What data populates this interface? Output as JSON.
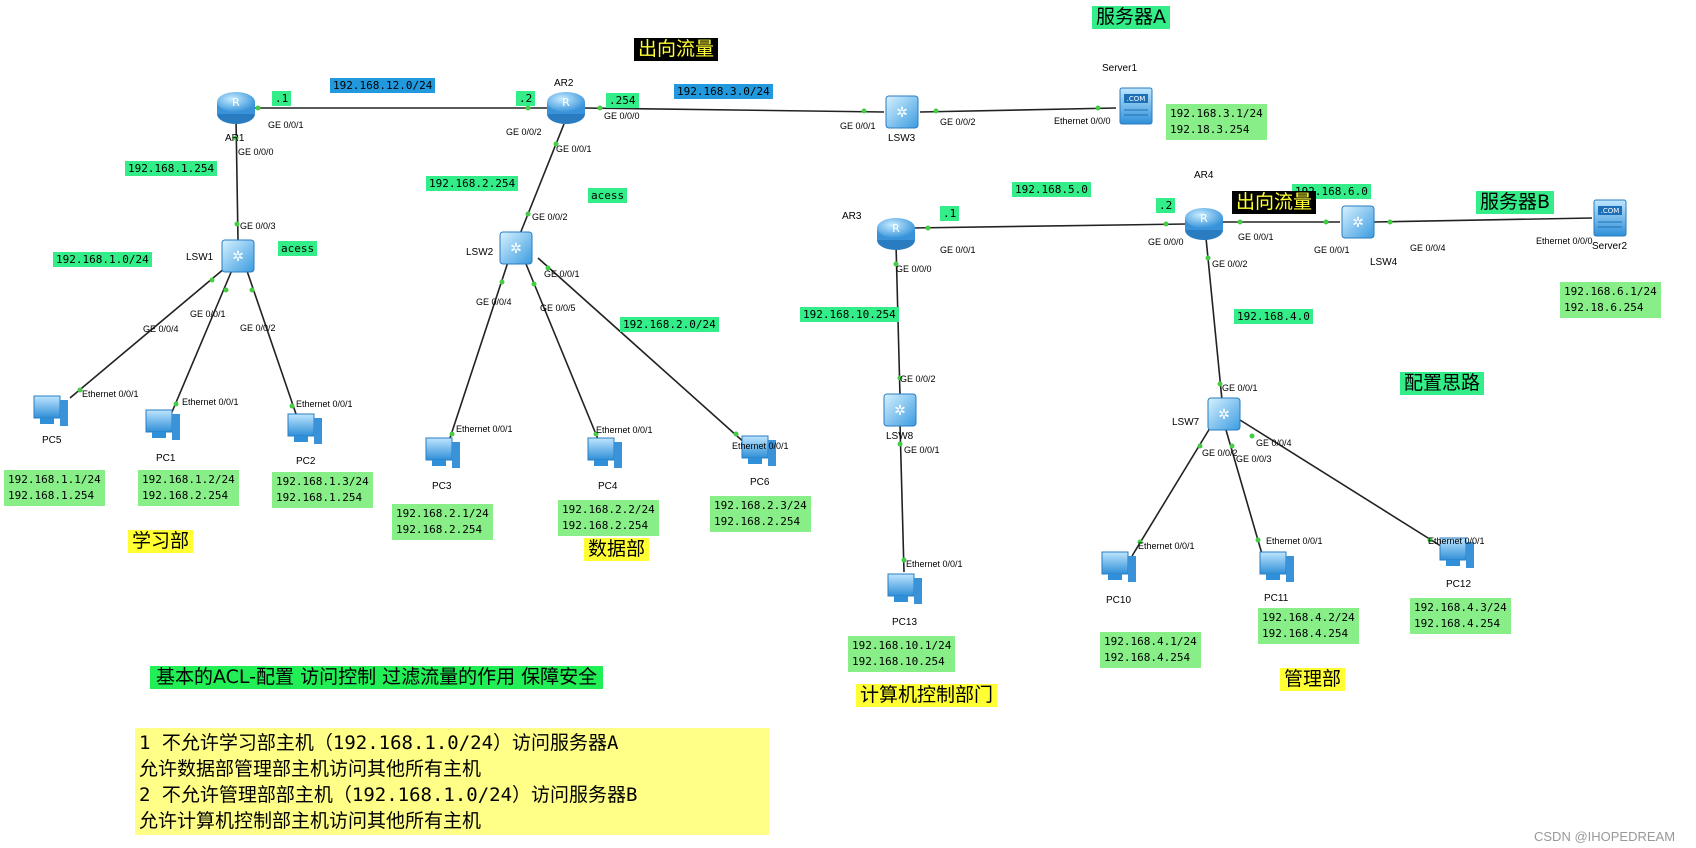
{
  "devices": {
    "ar1": "AR1",
    "ar2": "AR2",
    "ar3": "AR3",
    "ar4": "AR4",
    "lsw1": "LSW1",
    "lsw2": "LSW2",
    "lsw3": "LSW3",
    "lsw4": "LSW4",
    "lsw7": "LSW7",
    "lsw8": "LSW8",
    "server1": "Server1",
    "server2": "Server2",
    "pc1": "PC1",
    "pc2": "PC2",
    "pc3": "PC3",
    "pc4": "PC4",
    "pc5": "PC5",
    "pc6": "PC6",
    "pc10": "PC10",
    "pc11": "PC11",
    "pc12": "PC12",
    "pc13": "PC13"
  },
  "ports": {
    "ge001": "GE 0/0/1",
    "ge000": "GE 0/0/0",
    "ge002": "GE 0/0/2",
    "ge003": "GE 0/0/3",
    "ge004": "GE 0/0/4",
    "ge005": "GE 0/0/5",
    "eth001": "Ethernet 0/0/1",
    "eth000": "Ethernet 0/0/0"
  },
  "ips": {
    "net12": "192.168.12.0/24",
    "net3": "192.168.3.0/24",
    "d1": ".1",
    "d2": ".2",
    "d254": ".254",
    "ar1_gw": "192.168.1.254",
    "net1": "192.168.1.0/24",
    "ar2_gw": "192.168.2.254",
    "net2": "192.168.2.0/24",
    "net5": "192.168.5.0",
    "net6": "192.168.6.0",
    "net4": "192.168.4.0",
    "ar3_gw": "192.168.10.254",
    "server1_ip": "192.168.3.1/24",
    "server1_gw": "192.18.3.254",
    "server2_ip": "192.168.6.1/24",
    "server2_gw": "192.18.6.254",
    "pc5_ip": "192.168.1.1/24",
    "pc5_gw": "192.168.1.254",
    "pc1_ip": "192.168.1.2/24",
    "pc1_gw": "192.168.2.254",
    "pc2_ip": "192.168.1.3/24",
    "pc2_gw": "192.168.1.254",
    "pc3_ip": "192.168.2.1/24",
    "pc3_gw": "192.168.2.254",
    "pc4_ip": "192.168.2.2/24",
    "pc4_gw": "192.168.2.254",
    "pc6_ip": "192.168.2.3/24",
    "pc6_gw": "192.168.2.254",
    "pc13_ip": "192.168.10.1/24",
    "pc13_gw": "192.168.10.254",
    "pc10_ip": "192.168.4.1/24",
    "pc10_gw": "192.168.4.254",
    "pc11_ip": "192.168.4.2/24",
    "pc11_gw": "192.168.4.254",
    "pc12_ip": "192.168.4.3/24",
    "pc12_gw": "192.168.4.254"
  },
  "labels": {
    "acess": "acess",
    "outbound": "出向流量",
    "server_a": "服务器A",
    "server_b": "服务器B",
    "config_idea": "配置思路",
    "study_dept": "学习部",
    "data_dept": "数据部",
    "computer_dept": "计算机控制部门",
    "mgmt_dept": "管理部",
    "title": "基本的ACL-配置 访问控制 过滤流量的作用 保障安全"
  },
  "notes": [
    "1 不允许学习部主机（192.168.1.0/24）访问服务器A",
    "允许数据部管理部主机访问其他所有主机",
    "2 不允许管理部部主机（192.168.1.0/24）访问服务器B",
    "允许计算机控制部主机访问其他所有主机"
  ],
  "watermark": "CSDN @IHOPEDREAM",
  "icons": {
    "server": ".COM"
  },
  "colors": {
    "ip_green": "#33ee88",
    "ip_blue": "#2299dd",
    "yellow": "#ffff33",
    "note_bg": "#ffff88",
    "device_blue": "#4aa8e8"
  }
}
